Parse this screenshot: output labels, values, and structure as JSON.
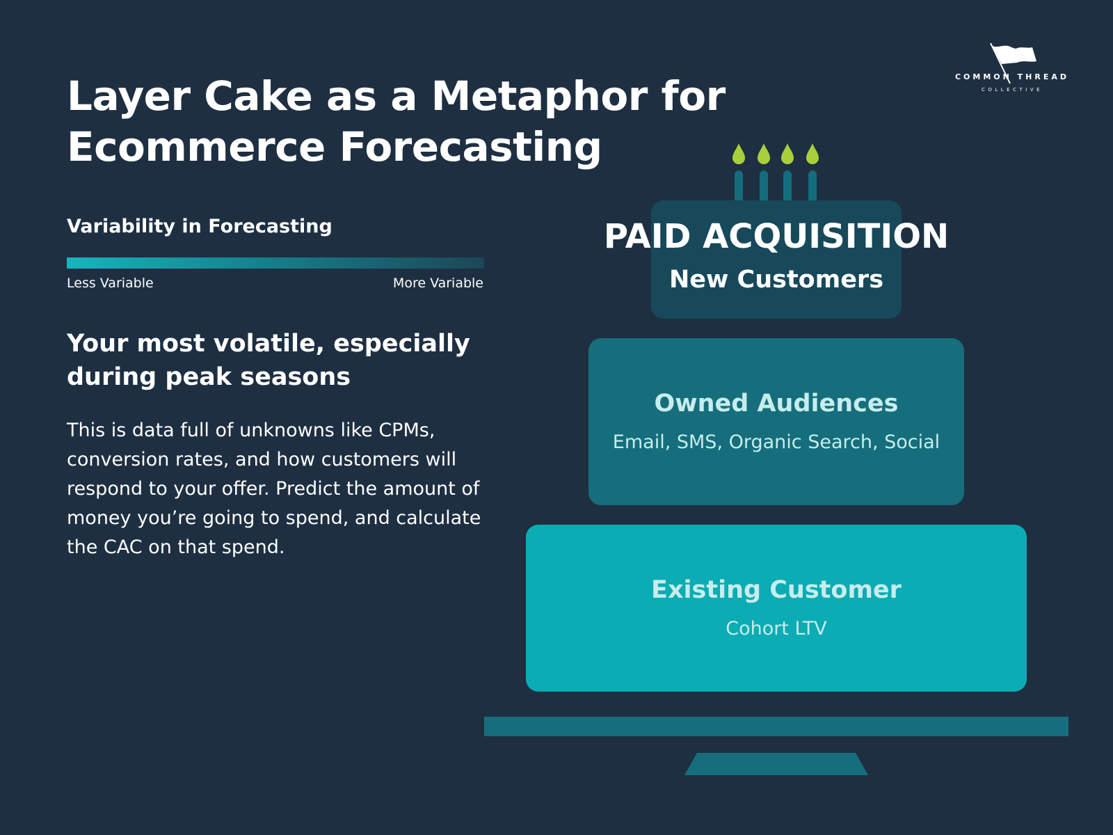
{
  "logo": {
    "name": "COMMON THREAD",
    "sub": "COLLECTIVE"
  },
  "title": "Layer Cake as a Metaphor for Ecommerce Forecasting",
  "variability": {
    "label": "Variability in Forecasting",
    "less": "Less Variable",
    "more": "More Variable"
  },
  "section": {
    "heading": "Your most volatile, especially during peak seasons",
    "body": "This is data full of unknowns like CPMs, conversion rates, and how customers will respond to your offer. Predict the amount of money you’re going to spend, and calculate the CAC on that spend."
  },
  "cake": {
    "candles": 4,
    "tiers": [
      {
        "title": "PAID ACQUISITION",
        "sub": "New Customers"
      },
      {
        "title": "Owned Audiences",
        "sub": "Email, SMS, Organic Search, Social"
      },
      {
        "title": "Existing Customer",
        "sub": "Cohort LTV"
      }
    ]
  },
  "colors": {
    "background": "#1e2f42",
    "tier_top": "#18495a",
    "tier_mid": "#166e7c",
    "tier_bottom": "#0bacb3",
    "flame": "#a9cf3a"
  }
}
